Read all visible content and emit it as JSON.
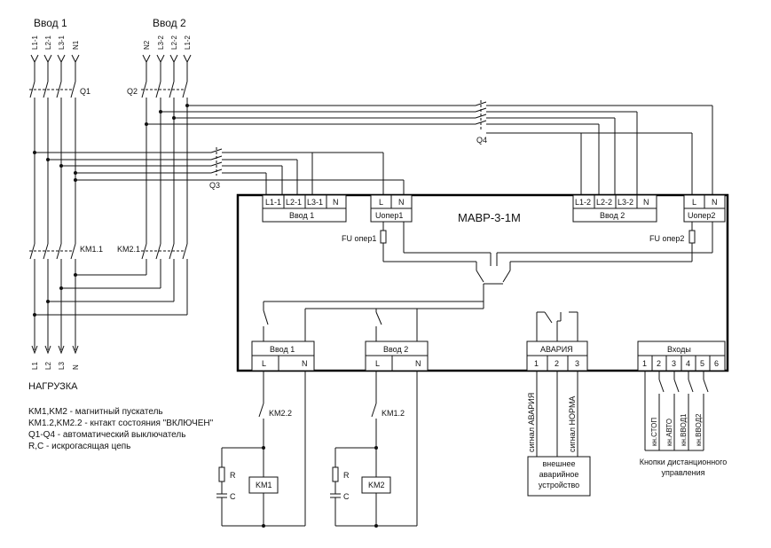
{
  "inputs": {
    "input1": {
      "title": "Ввод 1",
      "wires": [
        "L1-1",
        "L2-1",
        "L3-1",
        "N1"
      ]
    },
    "input2": {
      "title": "Ввод 2",
      "wires": [
        "N2",
        "L3-2",
        "L2-2",
        "L1-2"
      ]
    }
  },
  "breakers": {
    "q1": "Q1",
    "q2": "Q2",
    "q3": "Q3",
    "q4": "Q4"
  },
  "contactors": {
    "km11": "KM1.1",
    "km21": "KM2.1"
  },
  "load": {
    "title": "НАГРУЗКА",
    "wires": [
      "L1",
      "L2",
      "L3",
      "N"
    ]
  },
  "device": {
    "title": "МАВР-3-1М",
    "vvod1_terminals": [
      "L1-1",
      "L2-1",
      "L3-1",
      "N"
    ],
    "vvod1_label": "Ввод 1",
    "uoper1_terminals": [
      "L",
      "N"
    ],
    "uoper1_label": "Uопер1",
    "vvod2_terminals": [
      "L1-2",
      "L2-2",
      "L3-2",
      "N"
    ],
    "vvod2_label": "Ввод 2",
    "uoper2_terminals": [
      "L",
      "N"
    ],
    "uoper2_label": "Uопер2",
    "fu1": "FU опер1",
    "fu2": "FU опер2",
    "out1_label": "Ввод 1",
    "out1_terminals": [
      "L",
      "N"
    ],
    "out2_label": "Ввод 2",
    "out2_terminals": [
      "L",
      "N"
    ],
    "alarm_label": "АВАРИЯ",
    "alarm_terminals": [
      "1",
      "2",
      "3"
    ],
    "inputs_label": "Входы",
    "inputs_terminals": [
      "1",
      "2",
      "3",
      "4",
      "5",
      "6"
    ]
  },
  "coils": {
    "km22": "KM2.2",
    "km12": "KM1.2",
    "km1": "KM1",
    "km2": "KM2",
    "r1": "R",
    "c1": "C",
    "r2": "R",
    "c2": "C"
  },
  "signals": {
    "alarm": "сигнал АВАРИЯ",
    "norm": "сигнал НОРМА"
  },
  "external_device": [
    "внешнее",
    "аварийное",
    "устройство"
  ],
  "buttons": [
    "кн.СТОП",
    "кн.АВТО",
    "кн.ВВОД1",
    "кн.ВВОД2"
  ],
  "buttons_caption": [
    "Кнопки дистанционного",
    "управления"
  ],
  "legend": [
    "KM1,KM2 - магнитный пускатель",
    "KM1.2,KM2.2 - кнтакт состояния \"ВКЛЮЧЕН\"",
    "Q1-Q4 - автоматический выключатель",
    "R,C - искрогасящая цепь"
  ]
}
